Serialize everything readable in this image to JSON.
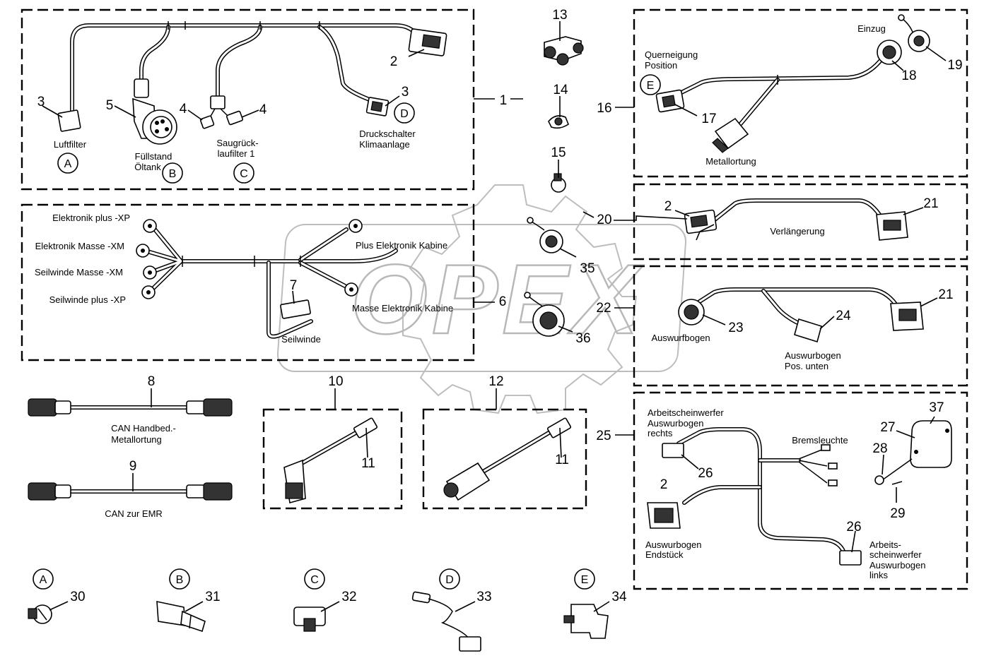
{
  "watermark": {
    "brand": "OPEX"
  },
  "numbers": {
    "n1": "1",
    "n2a": "2",
    "n2b": "2",
    "n2c": "2",
    "n3a": "3",
    "n3b": "3",
    "n4a": "4",
    "n4b": "4",
    "n5": "5",
    "n6": "6",
    "n7": "7",
    "n8": "8",
    "n9": "9",
    "n10": "10",
    "n11a": "11",
    "n11b": "11",
    "n12": "12",
    "n13": "13",
    "n14": "14",
    "n15": "15",
    "n16": "16",
    "n17": "17",
    "n18": "18",
    "n19": "19",
    "n20": "20",
    "n21a": "21",
    "n21b": "21",
    "n22": "22",
    "n23": "23",
    "n24": "24",
    "n25": "25",
    "n26a": "26",
    "n26b": "26",
    "n27": "27",
    "n28": "28",
    "n29": "29",
    "n30": "30",
    "n31": "31",
    "n32": "32",
    "n33": "33",
    "n34": "34",
    "n35": "35",
    "n36": "36",
    "n37": "37"
  },
  "letters": {
    "a1": "A",
    "b1": "B",
    "c1": "C",
    "d1": "D",
    "e1": "E",
    "a2": "A",
    "b2": "B",
    "c2": "C",
    "d2": "D",
    "e2": "E"
  },
  "labels": {
    "luftfilter": "Luftfilter",
    "fuellstand1": "Füllstand",
    "fuellstand2": "Öltank",
    "saug1": "Saugrück-",
    "saug2": "laufilter 1",
    "druck1": "Druckschalter",
    "druck2": "Klimaanlage",
    "elek_plus": "Elektronik plus -XP",
    "elek_masse": "Elektronik Masse -XM",
    "seil_masse": "Seilwinde Masse -XM",
    "seil_plus": "Seilwinde plus -XP",
    "plus_kabine": "Plus Elektronik Kabine",
    "masse_kabine": "Masse Elektronik Kabine",
    "seilwinde": "Seilwinde",
    "can_hand1": "CAN Handbed.-",
    "can_hand2": "Metallortung",
    "can_emr": "CAN zur EMR",
    "einzug": "Einzug",
    "quer1": "Querneigung",
    "quer2": "Position",
    "metallortung": "Metallortung",
    "verlaengerung": "Verlängerung",
    "auswurfbogen": "Auswurfbogen",
    "ausw_unten1": "Auswurbogen",
    "ausw_unten2": "Pos. unten",
    "aws_re1": "Arbeitscheinwerfer",
    "aws_re2": "Auswurbogen",
    "aws_re3": "rechts",
    "bremsleuchte": "Bremsleuchte",
    "endst1": "Auswurbogen",
    "endst2": "Endstück",
    "aws_li1": "Arbeits-",
    "aws_li2": "scheinwerfer",
    "aws_li3": "Auswurbogen",
    "aws_li4": "links"
  }
}
